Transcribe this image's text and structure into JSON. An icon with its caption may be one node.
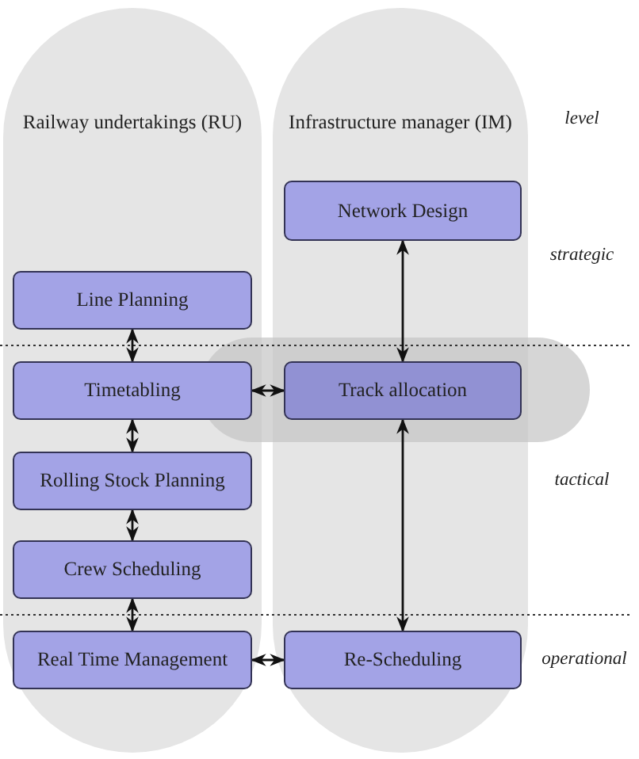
{
  "diagram": {
    "nodes": [
      {
        "text": [
          "Railway undertakings (RU)"
        ]
      },
      {
        "text": [
          "Infrastructure manager (IM)"
        ]
      },
      {
        "text": [
          "Network Design"
        ],
        "in": 1
      },
      {
        "text": [
          "Line Planning"
        ],
        "in": 0
      },
      {
        "text": [
          "Timetabling"
        ],
        "in": 0
      },
      {
        "text": [
          "Track allocation"
        ],
        "in": 1
      },
      {
        "text": [
          "Rolling Stock Planning"
        ],
        "in": 0
      },
      {
        "text": [
          "Crew Scheduling"
        ],
        "in": 0
      },
      {
        "text": [
          "Real Time Management"
        ],
        "in": 0
      },
      {
        "text": [
          "Re-Scheduling"
        ],
        "in": 1
      }
    ],
    "edges": [
      {
        "from": 3,
        "to": 4,
        "arrow": "both"
      },
      {
        "from": 4,
        "to": 5,
        "arrow": "both"
      },
      {
        "from": 2,
        "to": 5,
        "arrow": "both"
      },
      {
        "from": 4,
        "to": 6,
        "arrow": "both"
      },
      {
        "from": 6,
        "to": 7,
        "arrow": "both"
      },
      {
        "from": 7,
        "to": 8,
        "arrow": "both"
      },
      {
        "from": 8,
        "to": 9,
        "arrow": "both"
      },
      {
        "from": 5,
        "to": 9,
        "arrow": "both"
      }
    ],
    "labels": [
      "level",
      "strategic",
      "tactical",
      "operational"
    ]
  }
}
